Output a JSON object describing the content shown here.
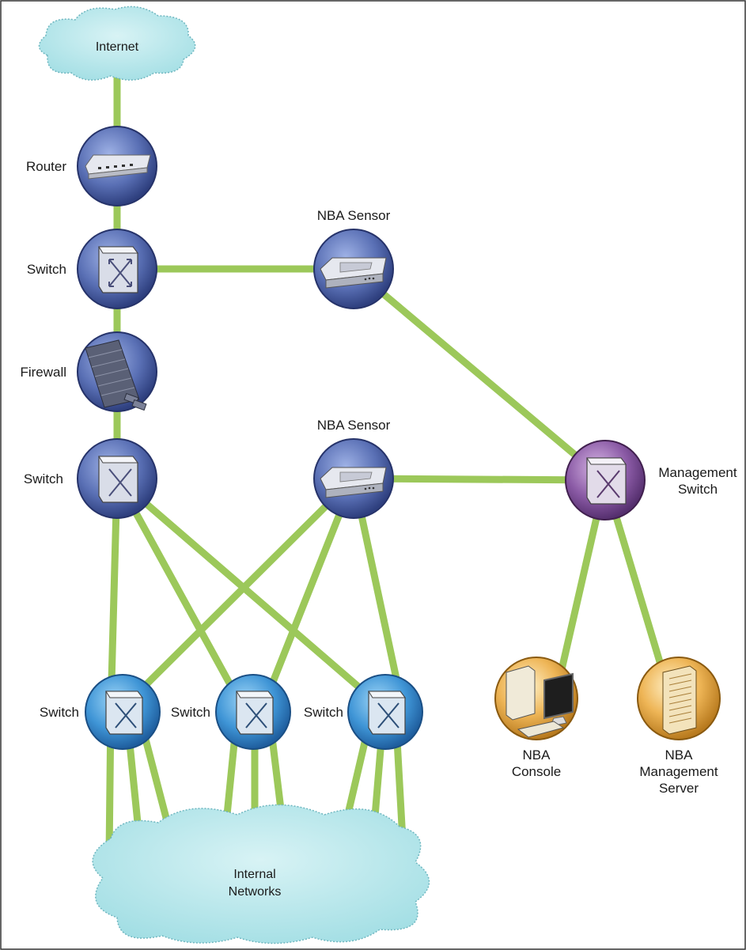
{
  "diagram": {
    "clouds": {
      "internet": "Internet",
      "internal_line1": "Internal",
      "internal_line2": "Networks"
    },
    "labels": {
      "router": "Router",
      "switch_top": "Switch",
      "firewall": "Firewall",
      "switch_mid": "Switch",
      "sensor_top": "NBA Sensor",
      "sensor_mid": "NBA Sensor",
      "mgmt_line1": "Management",
      "mgmt_line2": "Switch",
      "switch_b1": "Switch",
      "switch_b2": "Switch",
      "switch_b3": "Switch",
      "console_line1": "NBA",
      "console_line2": "Console",
      "server_line1": "NBA",
      "server_line2": "Management",
      "server_line3": "Server"
    },
    "colors": {
      "link": "#9cc85a",
      "blue_node": "#4a5fa0",
      "light_blue_node": "#3b8fd0",
      "purple_node": "#7a4b94",
      "orange_node": "#e0a040",
      "cloud": "#b3e6ea"
    },
    "icons": [
      "cloud",
      "router",
      "switch",
      "firewall",
      "sensor",
      "computer",
      "server-rack"
    ]
  }
}
